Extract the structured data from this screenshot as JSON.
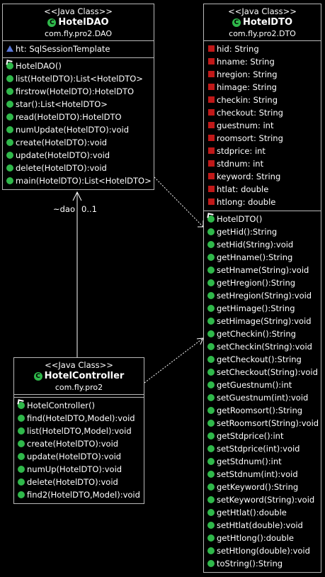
{
  "classes": {
    "hoteldao": {
      "stereotype": "<<Java Class>>",
      "name": "HotelDAO",
      "package": "com.fly.pro2.DAO",
      "attributes": [
        "ht: SqlSessionTemplate"
      ],
      "methods": [
        "HotelDAO()",
        "list(HotelDTO):List<HotelDTO>",
        "firstrow(HotelDTO):HotelDTO",
        "star():List<HotelDTO>",
        "read(HotelDTO):HotelDTO",
        "numUpdate(HotelDTO):void",
        "create(HotelDTO):void",
        "update(HotelDTO):void",
        "delete(HotelDTO):void",
        "main(HotelDTO):List<HotelDTO>"
      ]
    },
    "hoteldto": {
      "stereotype": "<<Java Class>>",
      "name": "HotelDTO",
      "package": "com.fly.pro2.DTO",
      "attributes": [
        "hid: String",
        "hname: String",
        "hregion: String",
        "himage: String",
        "checkin: String",
        "checkout: String",
        "guestnum: int",
        "roomsort: String",
        "stdprice: int",
        "stdnum: int",
        "keyword: String",
        "htlat: double",
        "htlong: double"
      ],
      "methods": [
        "HotelDTO()",
        "getHid():String",
        "setHid(String):void",
        "getHname():String",
        "setHname(String):void",
        "getHregion():String",
        "setHregion(String):void",
        "getHimage():String",
        "setHimage(String):void",
        "getCheckin():String",
        "setCheckin(String):void",
        "getCheckout():String",
        "setCheckout(String):void",
        "getGuestnum():int",
        "setGuestnum(int):void",
        "getRoomsort():String",
        "setRoomsort(String):void",
        "getStdprice():int",
        "setStdprice(int):void",
        "getStdnum():int",
        "setStdnum(int):void",
        "getKeyword():String",
        "setKeyword(String):void",
        "getHtlat():double",
        "setHtlat(double):void",
        "getHtlong():double",
        "setHtlong(double):void",
        "toString():String"
      ]
    },
    "hotelcontroller": {
      "stereotype": "<<Java Class>>",
      "name": "HotelController",
      "package": "com.fly.pro2",
      "methods": [
        "HotelController()",
        "find(HotelDTO,Model):void",
        "list(HotelDTO,Model):void",
        "create(HotelDTO):void",
        "update(HotelDTO):void",
        "numUp(HotelDTO):void",
        "delete(HotelDTO):void",
        "find2(HotelDTO,Model):void"
      ]
    }
  },
  "association": {
    "role": "~dao",
    "multiplicity": "0..1"
  },
  "colors": {
    "public": "#2fb84a",
    "private": "#c01818",
    "protected": "#5a78d8",
    "border": "#b8b8b8"
  }
}
